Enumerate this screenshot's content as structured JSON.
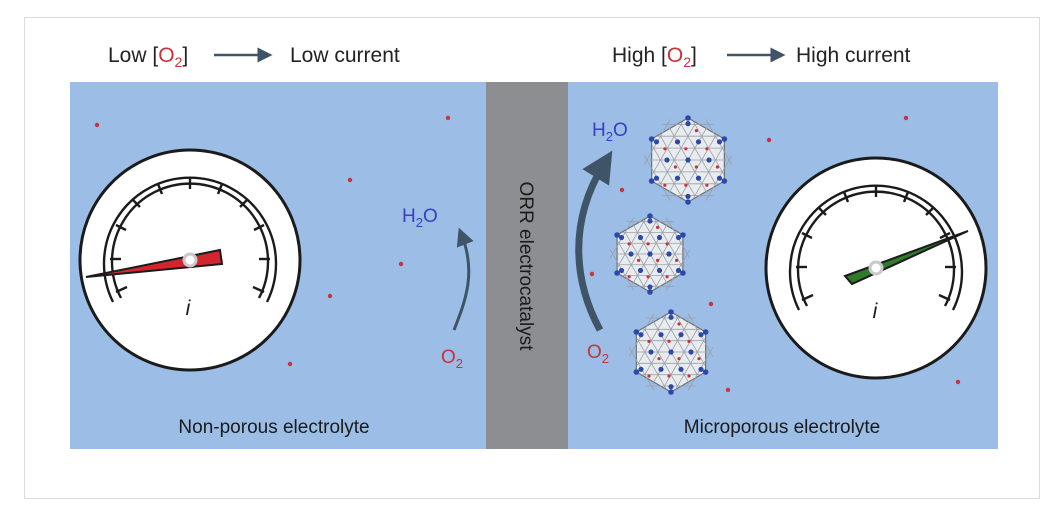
{
  "header_left": {
    "prefix": "Low [",
    "species": "O",
    "species_sub": "2",
    "suffix": "]",
    "result": "Low current"
  },
  "header_right": {
    "prefix": "High [",
    "species": "O",
    "species_sub": "2",
    "suffix": "]",
    "result": "High current"
  },
  "center_column": {
    "label": "ORR electrocatalyst"
  },
  "left_panel": {
    "label": "Non-porous electrolyte",
    "gauge_symbol": "i",
    "reactant": "O",
    "reactant_sub": "2",
    "product": "H",
    "product_sub": "2",
    "product_tail": "O",
    "needle_level": 0.15
  },
  "right_panel": {
    "label": "Microporous electrolyte",
    "gauge_symbol": "i",
    "reactant": "O",
    "reactant_sub": "2",
    "product": "H",
    "product_sub": "2",
    "product_tail": "O",
    "needle_level": 0.85
  },
  "colors": {
    "electrolyte": "#9bbde6",
    "catalyst": "#8c8e92",
    "o2_text": "#c8323a",
    "h2o_text": "#3a3ec0",
    "arrow": "#3f5466",
    "needle_low": "#d2262e",
    "needle_high": "#2f7a2c"
  },
  "icons": [
    "gauge-icon",
    "curved-arrow-icon",
    "porous-crystal-icon",
    "oxygen-dot-icon"
  ]
}
